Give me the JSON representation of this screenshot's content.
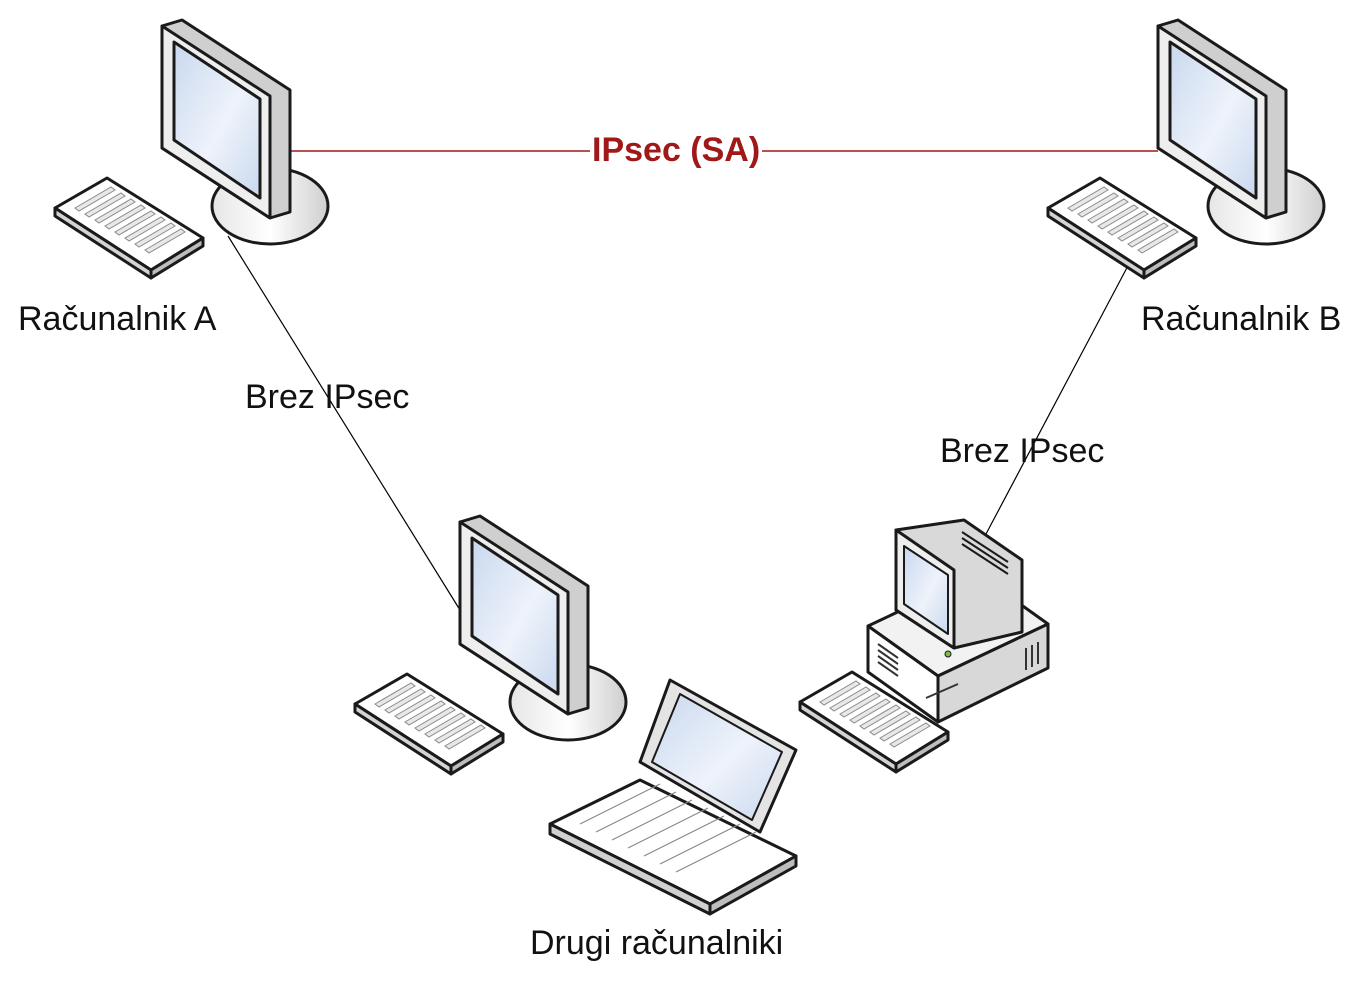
{
  "diagram": {
    "nodes": {
      "computer_a": {
        "label": "Računalnik A",
        "device": "monitor-keyboard-icon"
      },
      "computer_b": {
        "label": "Računalnik B",
        "device": "monitor-keyboard-icon"
      },
      "other_computers": {
        "label": "Drugi računalniki",
        "devices": [
          "monitor-keyboard-icon",
          "laptop-icon",
          "desktop-pc-icon"
        ]
      }
    },
    "links": {
      "a_to_b": {
        "label": "IPsec (SA)",
        "color": "#a01818"
      },
      "a_to_others": {
        "label": "Brez IPsec",
        "color": "#000000"
      },
      "b_to_others": {
        "label": "Brez IPsec",
        "color": "#000000"
      }
    }
  }
}
